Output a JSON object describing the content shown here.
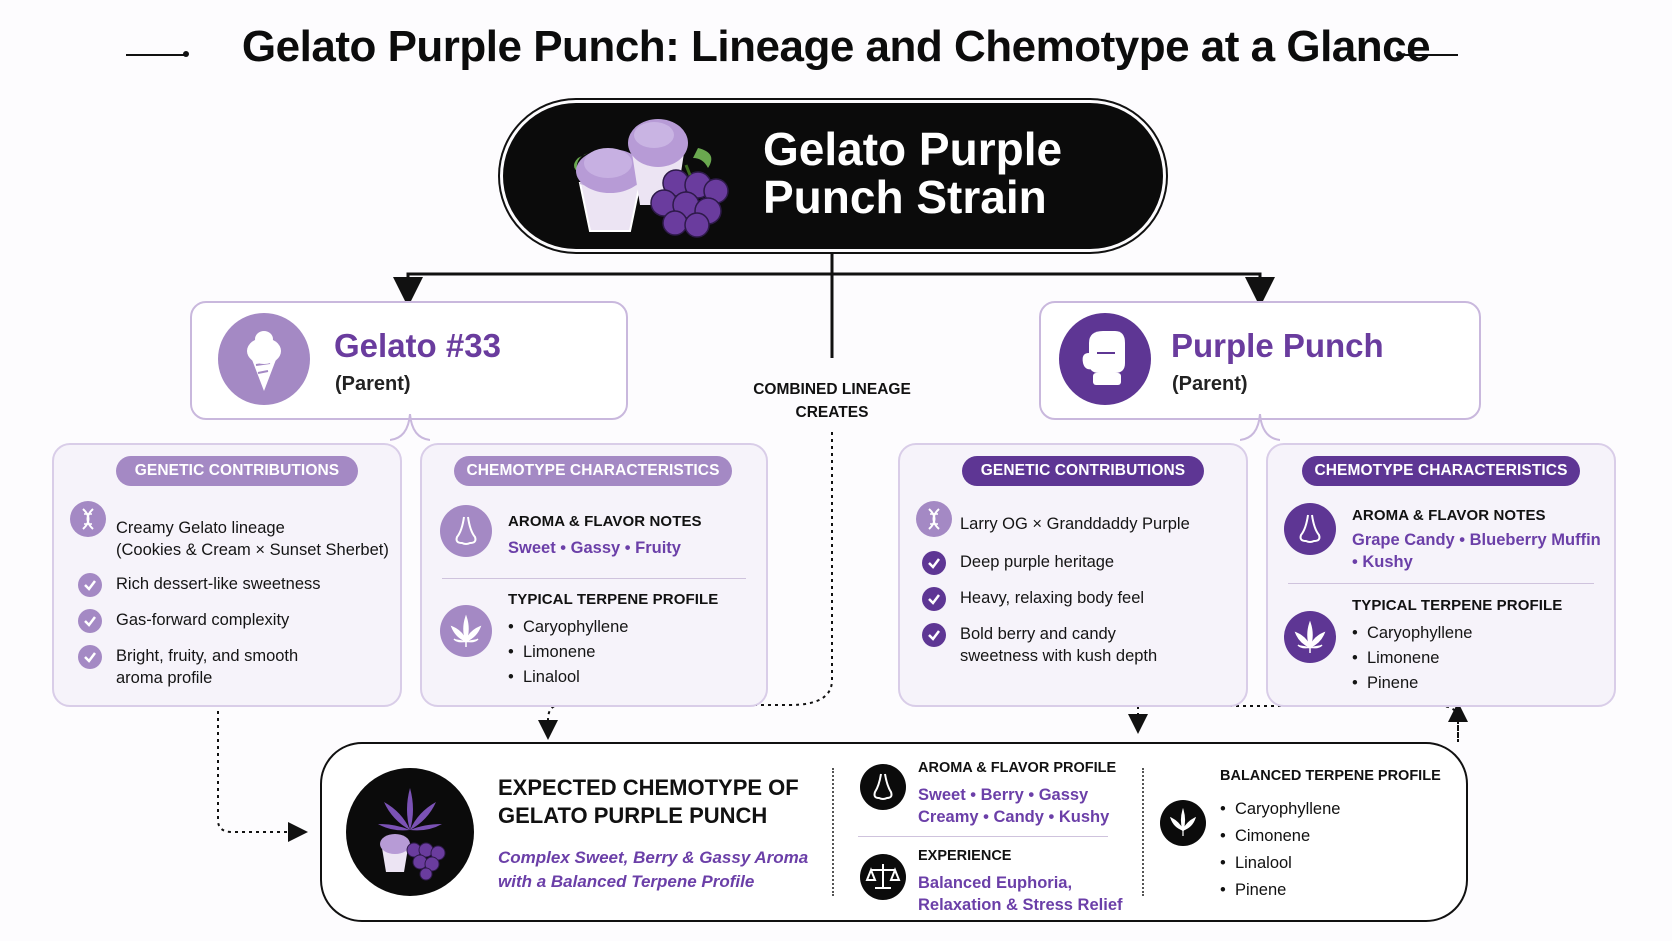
{
  "title": "Gelato Purple Punch: Lineage and Chemotype at a Glance",
  "root": {
    "line1": "Gelato Purple",
    "line2": "Punch Strain"
  },
  "center_label": {
    "line1": "COMBINED LINEAGE",
    "line2": "CREATES"
  },
  "left_parent": {
    "name": "Gelato #33",
    "sub": "(Parent)",
    "icon": "ice-cream-cone-icon",
    "genetic": {
      "label": "GENETIC CONTRIBUTIONS",
      "items": [
        {
          "line1": "Creamy Gelato lineage",
          "line2": "(Cookies & Cream × Sunset Sherbet)"
        },
        {
          "line1": "Rich dessert-like sweetness"
        },
        {
          "line1": "Gas-forward complexity"
        },
        {
          "line1": "Bright, fruity, and smooth",
          "line2": "aroma profile"
        }
      ]
    },
    "chemotype": {
      "label": "CHEMOTYPE CHARACTERISTICS",
      "aroma_head": "AROMA & FLAVOR NOTES",
      "aroma_notes": "Sweet • Gassy • Fruity",
      "terp_head": "TYPICAL TERPENE PROFILE",
      "terpenes": [
        "Caryophyllene",
        "Limonene",
        "Linalool"
      ]
    }
  },
  "right_parent": {
    "name": "Purple Punch",
    "sub": "(Parent)",
    "icon": "boxing-glove-icon",
    "genetic": {
      "label": "GENETIC CONTRIBUTIONS",
      "items": [
        {
          "line1": "Larry OG × Granddaddy Purple"
        },
        {
          "line1": "Deep purple heritage"
        },
        {
          "line1": "Heavy, relaxing body feel"
        },
        {
          "line1": "Bold berry and candy",
          "line2": "sweetness with kush depth"
        }
      ]
    },
    "chemotype": {
      "label": "CHEMOTYPE CHARACTERISTICS",
      "aroma_head": "AROMA & FLAVOR NOTES",
      "aroma_line1": "Grape Candy • Blueberry Muffin",
      "aroma_line2": "• Kushy",
      "terp_head": "TYPICAL TERPENE PROFILE",
      "terpenes": [
        "Caryophyllene",
        "Limonene",
        "Pinene"
      ]
    }
  },
  "expected": {
    "title1": "EXPECTED CHEMOTYPE OF",
    "title2": "GELATO PURPLE PUNCH",
    "desc1": "Complex Sweet, Berry & Gassy Aroma",
    "desc2": "with a Balanced Terpene Profile",
    "aroma_head": "AROMA & FLAVOR PROFILE",
    "aroma_line1": "Sweet • Berry • Gassy",
    "aroma_line2": "Creamy • Candy • Kushy",
    "exp_head": "EXPERIENCE",
    "exp_line1": "Balanced Euphoria,",
    "exp_line2": "Relaxation & Stress Relief",
    "terp_head": "BALANCED TERPENE PROFILE",
    "terpenes": [
      "Caryophyllene",
      "Cimonene",
      "Linalool",
      "Pinene"
    ]
  },
  "colors": {
    "accent_dark": "#5e3694",
    "accent_light": "#a489c4",
    "text_purple": "#6b3fa8"
  }
}
